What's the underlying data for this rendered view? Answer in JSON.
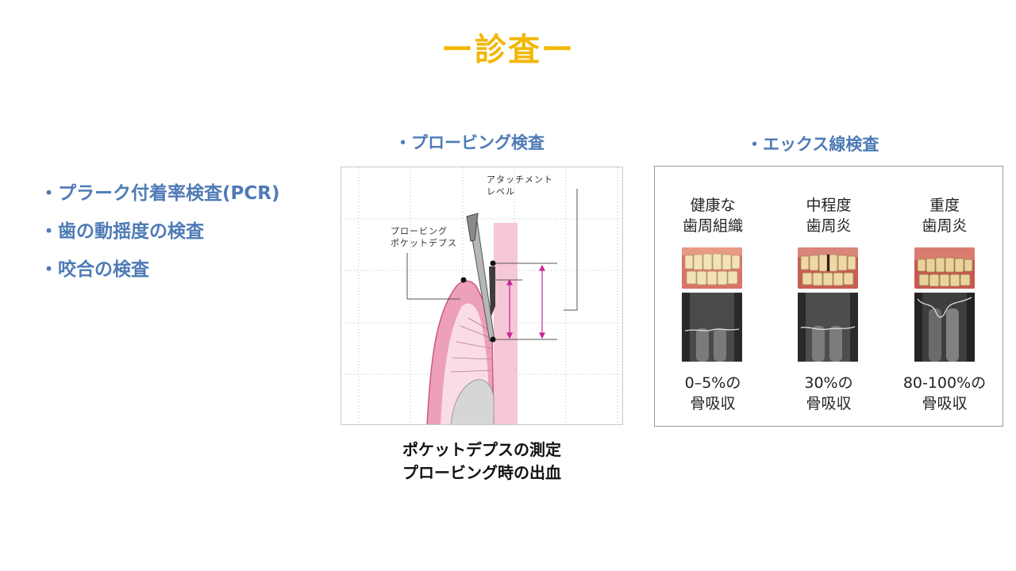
{
  "title": "ー診査ー",
  "bullets": [
    "・プラーク付着率検査(PCR)",
    "・歯の動揺度の検査",
    "・咬合の検査"
  ],
  "probing": {
    "label": "・プロービング検査",
    "diagram_labels": {
      "attachment_level": "アタッチメント\nレベル",
      "probing_depth": "プロービング\nポケットデプス"
    },
    "caption": "ポケットデプスの測定\nプロービング時の出血"
  },
  "xray": {
    "label": "・エックス線検査",
    "stages": [
      {
        "title": "健康な\n歯周組織",
        "loss": "0–5%の\n骨吸収"
      },
      {
        "title": "中程度\n歯周炎",
        "loss": "30%の\n骨吸収"
      },
      {
        "title": "重度\n歯周炎",
        "loss": "80-100%の\n骨吸収"
      }
    ]
  },
  "colors": {
    "title": "#f2b705",
    "accent_blue": "#4f7bb6",
    "gum_pink": "#f2b6c9",
    "marker_magenta": "#c8279a"
  }
}
